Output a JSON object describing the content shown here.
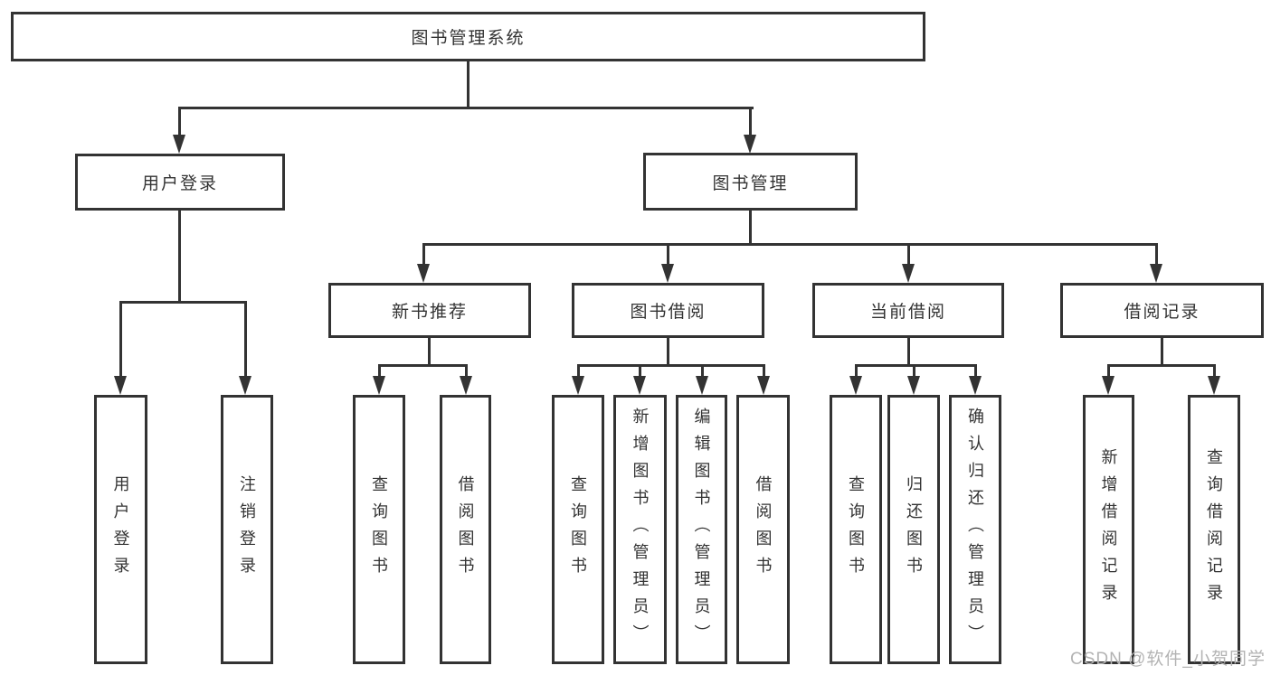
{
  "diagram": {
    "tree": {
      "root": {
        "label": "图书管理系统"
      },
      "branches": [
        {
          "label": "用户登录",
          "children": [
            {
              "label": "用户登录"
            },
            {
              "label": "注销登录"
            }
          ]
        },
        {
          "label": "图书管理",
          "children": [
            {
              "label": "新书推荐",
              "children": [
                {
                  "label": "查询图书"
                },
                {
                  "label": "借阅图书"
                }
              ]
            },
            {
              "label": "图书借阅",
              "children": [
                {
                  "label": "查询图书"
                },
                {
                  "label": "新增图书（管理员）"
                },
                {
                  "label": "编辑图书（管理员）"
                },
                {
                  "label": "借阅图书"
                }
              ]
            },
            {
              "label": "当前借阅",
              "children": [
                {
                  "label": "查询图书"
                },
                {
                  "label": "归还图书"
                },
                {
                  "label": "确认归还（管理员）"
                }
              ]
            },
            {
              "label": "借阅记录",
              "children": [
                {
                  "label": "新增借阅记录"
                },
                {
                  "label": "查询借阅记录"
                }
              ]
            }
          ]
        }
      ]
    },
    "watermark": "CSDN @软件_小贺同学"
  },
  "colors": {
    "line": "#333333",
    "text": "#333333",
    "watermark": "#b3b3b3",
    "background": "#ffffff"
  }
}
